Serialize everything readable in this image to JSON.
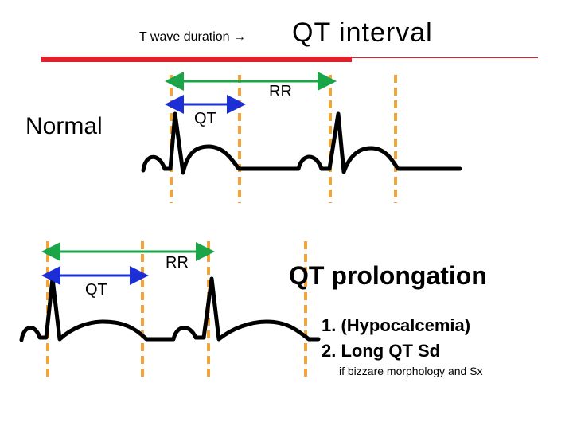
{
  "title": {
    "small": "T wave duration →",
    "big": "QT interval"
  },
  "normal": {
    "label": "Normal",
    "rr": "RR",
    "qt": "QT"
  },
  "prolonged": {
    "rr": "RR",
    "qt": "QT",
    "heading": "QT prolongation",
    "causes": [
      "1.  (Hypocalcemia)",
      "2.  Long QT Sd"
    ],
    "note": "if bizzare morphology and Sx"
  },
  "colors": {
    "accent_red": "#e0202a",
    "dashed_orange": "#f2a33a",
    "rr_arrow_green": "#1aa548",
    "qt_arrow_blue": "#1c2fd6",
    "trace": "#000000"
  }
}
